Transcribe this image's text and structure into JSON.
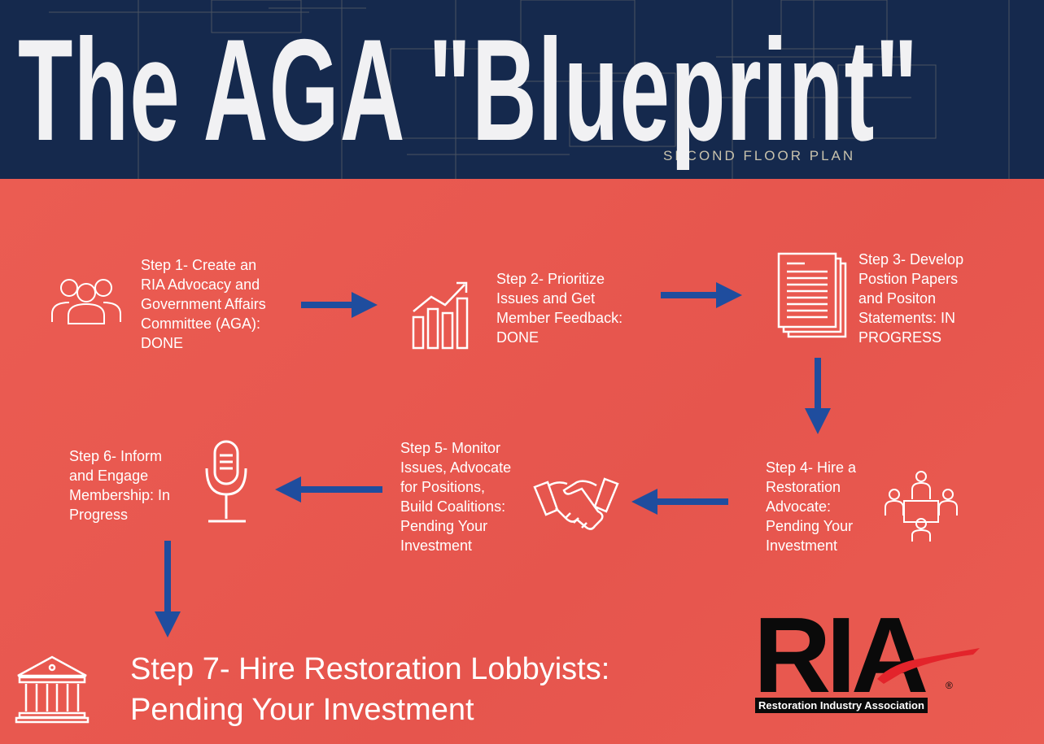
{
  "header": {
    "title": "The AGA \"Blueprint\"",
    "background_label": "SECOND FLOOR PLAN"
  },
  "steps": [
    {
      "text": "Step 1- Create an RIA Advocacy and Government Affairs Committee (AGA): DONE",
      "lines": [
        "Step 1- Create an",
        "RIA Advocacy and",
        "Government Affairs",
        "Committee (AGA):",
        "DONE"
      ],
      "icon": "people-icon"
    },
    {
      "lines": [
        "Step 2- Prioritize",
        "Issues and Get",
        "Member Feedback:",
        "DONE"
      ],
      "icon": "growth-chart-icon"
    },
    {
      "lines": [
        "Step 3- Develop",
        "Postion Papers",
        "and Positon",
        "Statements: IN",
        "PROGRESS"
      ],
      "icon": "documents-icon"
    },
    {
      "lines": [
        "Step 4- Hire a",
        "Restoration",
        "Advocate:",
        "Pending Your",
        "Investment"
      ],
      "icon": "meeting-icon"
    },
    {
      "lines": [
        "Step 5- Monitor",
        "Issues, Advocate",
        "for Positions,",
        "Build Coalitions:",
        "Pending Your",
        "Investment"
      ],
      "icon": "handshake-icon"
    },
    {
      "lines": [
        "Step 6- Inform",
        "and Engage",
        "Membership: In",
        "Progress"
      ],
      "icon": "microphone-icon"
    },
    {
      "lines": [
        "Step 7- Hire Restoration Lobbyists:",
        "Pending Your Investment"
      ],
      "icon": "capitol-building-icon"
    }
  ],
  "logo": {
    "letters": "RIA",
    "name": "Restoration Industry Association",
    "registered": "®"
  },
  "colors": {
    "header": "#15294d",
    "background": "#e9584f",
    "arrow": "#1f4d9e",
    "text": "#ffffff"
  }
}
